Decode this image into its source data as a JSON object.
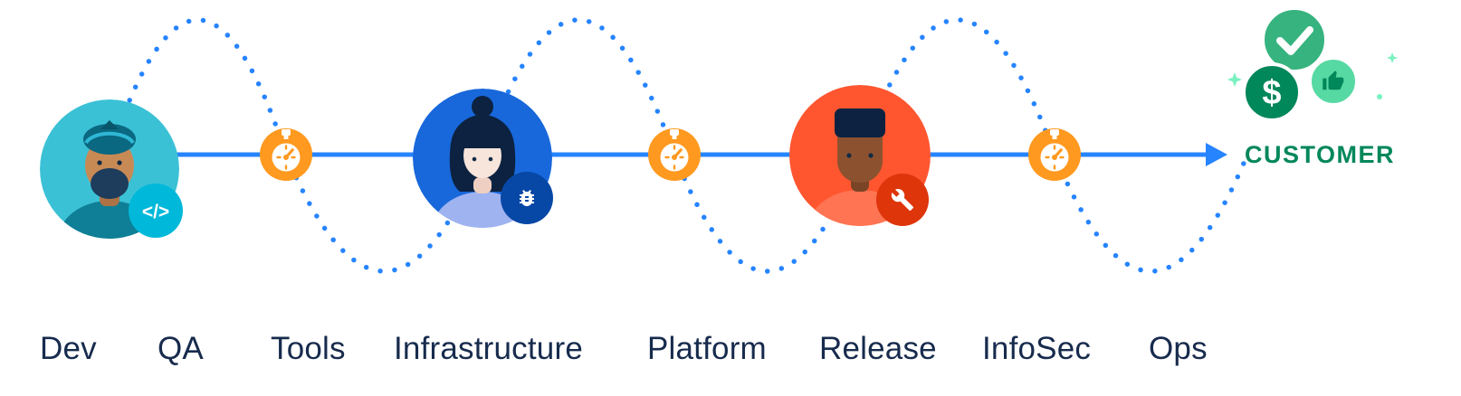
{
  "pipeline": {
    "roles": [
      "Dev",
      "QA",
      "Tools",
      "Infrastructure",
      "Platform",
      "Release",
      "InfoSec",
      "Ops"
    ],
    "customer_label": "CUSTOMER",
    "badges": {
      "code_glyph": "</>",
      "dollar_glyph": "$"
    },
    "colors": {
      "flow_blue": "#2684FF",
      "timer_orange": "#FF991F",
      "dev_teal": "#3BC1D6",
      "dev_badge_teal": "#00B8D9",
      "qa_blue": "#1868DB",
      "qa_badge_blue": "#0747A6",
      "release_orange_red": "#FF5630",
      "release_badge_red": "#DE350B",
      "success_green": "#36B37E",
      "dollar_green": "#00875A",
      "thumb_circle_green": "#57D9A3",
      "customer_text_green": "#00875A",
      "label_navy": "#172B4D",
      "sparkle_mint": "#79F2C0"
    }
  }
}
